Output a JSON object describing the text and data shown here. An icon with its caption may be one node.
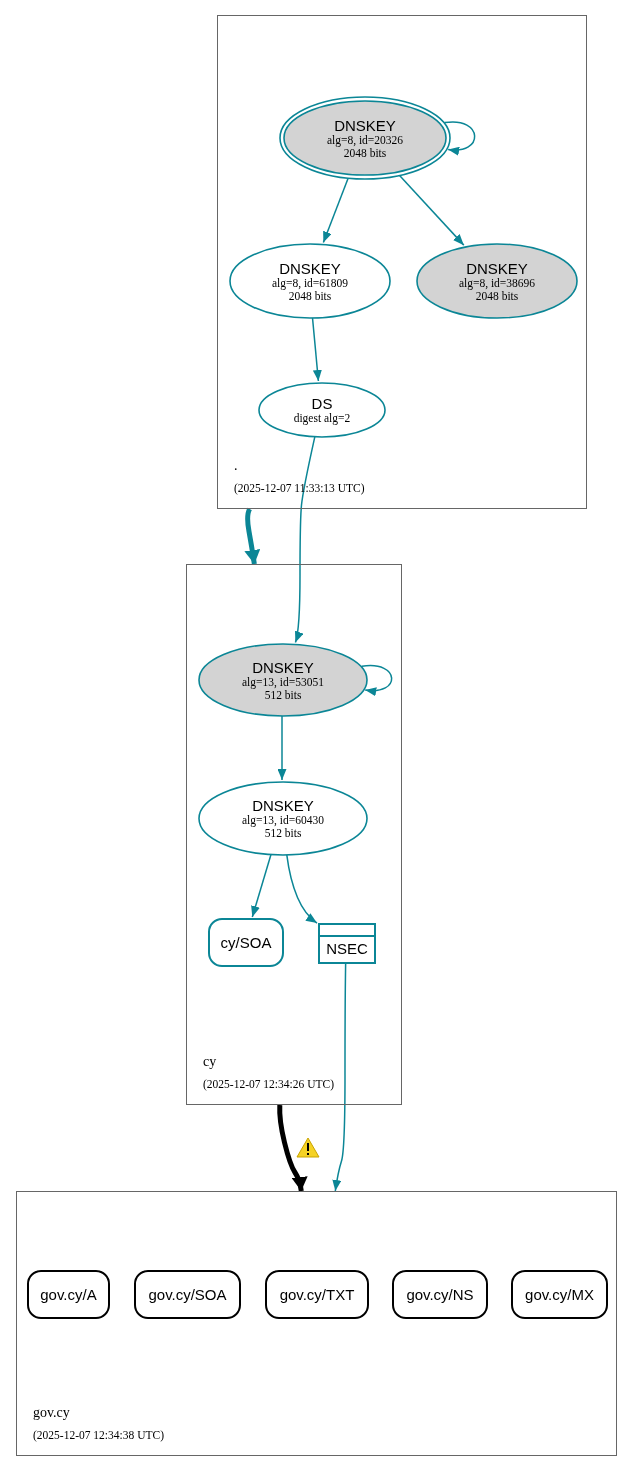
{
  "diagram": {
    "nodes": [
      {
        "text": [
          ".",
          "(2025-12-07 11:33:13 UTC)"
        ]
      },
      {
        "text": [
          "DNSKEY",
          "alg=8, id=20326",
          "2048 bits"
        ],
        "in": 0
      },
      {
        "text": [
          "DNSKEY",
          "alg=8, id=61809",
          "2048 bits"
        ],
        "in": 0
      },
      {
        "text": [
          "DNSKEY",
          "alg=8, id=38696",
          "2048 bits"
        ],
        "in": 0
      },
      {
        "text": [
          "DS",
          "digest alg=2"
        ],
        "in": 0
      },
      {
        "text": [
          "cy",
          "(2025-12-07 12:34:26 UTC)"
        ]
      },
      {
        "text": [
          "DNSKEY",
          "alg=13, id=53051",
          "512 bits"
        ],
        "in": 5
      },
      {
        "text": [
          "DNSKEY",
          "alg=13, id=60430",
          "512 bits"
        ],
        "in": 5
      },
      {
        "text": [
          "cy/SOA"
        ],
        "in": 5
      },
      {
        "text": [
          "NSEC"
        ],
        "in": 5
      },
      {
        "text": [
          "gov.cy",
          "(2025-12-07 12:34:38 UTC)"
        ]
      },
      {
        "text": [
          "gov.cy/A"
        ],
        "in": 10
      },
      {
        "text": [
          "gov.cy/SOA"
        ],
        "in": 10
      },
      {
        "text": [
          "gov.cy/TXT"
        ],
        "in": 10
      },
      {
        "text": [
          "gov.cy/NS"
        ],
        "in": 10
      },
      {
        "text": [
          "gov.cy/MX"
        ],
        "in": 10
      }
    ],
    "edges": [
      {
        "from": 1,
        "to": 1,
        "arrow": "to"
      },
      {
        "from": 1,
        "to": 2,
        "arrow": "to"
      },
      {
        "from": 1,
        "to": 3,
        "arrow": "to"
      },
      {
        "from": 2,
        "to": 4,
        "arrow": "to"
      },
      {
        "from": 4,
        "to": 6,
        "arrow": "to"
      },
      {
        "from": 0,
        "to": 5,
        "arrow": "to",
        "style": "thick"
      },
      {
        "from": 6,
        "to": 6,
        "arrow": "to"
      },
      {
        "from": 6,
        "to": 7,
        "arrow": "to"
      },
      {
        "from": 7,
        "to": 8,
        "arrow": "to"
      },
      {
        "from": 7,
        "to": 9,
        "arrow": "to"
      },
      {
        "from": 5,
        "to": 10,
        "arrow": "to",
        "style": "thick",
        "color": "#000000"
      },
      {
        "from": 9,
        "to": 10,
        "arrow": "to"
      }
    ]
  }
}
